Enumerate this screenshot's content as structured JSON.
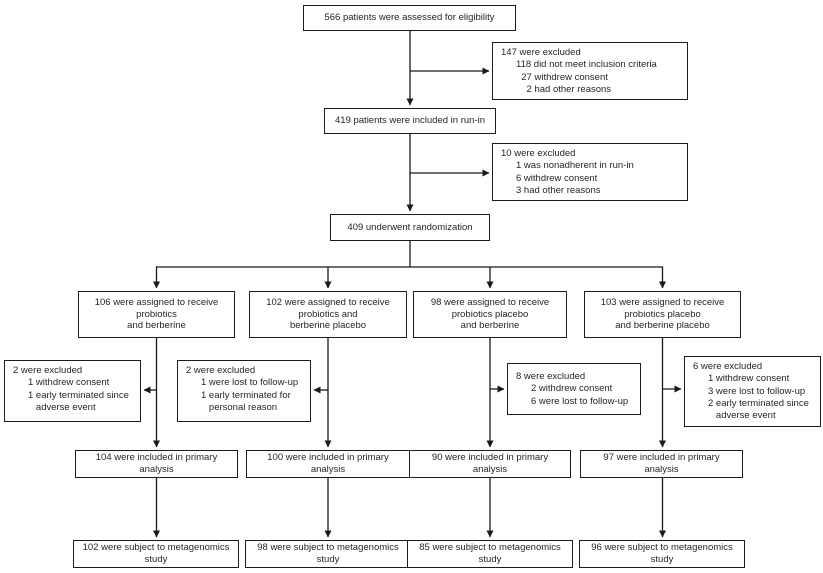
{
  "flow": {
    "eligibility": {
      "label": "566 patients were assessed for eligibility"
    },
    "excluded_screening": {
      "title": "147 were excluded",
      "details": [
        "118 did not meet inclusion criteria",
        "  27 withdrew consent",
        "    2 had other reasons"
      ]
    },
    "run_in": {
      "label": "419 patients were included in run-in"
    },
    "excluded_run_in": {
      "title": "10 were excluded",
      "details": [
        "1 was nonadherent in run-in",
        "6 withdrew consent",
        "3 had other reasons"
      ]
    },
    "randomization": {
      "label": "409 underwent randomization"
    },
    "arms": [
      {
        "assigned": "106 were assigned to receive\nprobiotics\nand berberine",
        "excluded_title": "2 were excluded",
        "excluded_details": [
          "1 withdrew consent",
          "1 early terminated since",
          "   adverse event"
        ],
        "primary": "104 were included in primary\nanalysis",
        "metagenomics": "102 were subject to metagenomics\nstudy"
      },
      {
        "assigned": "102 were assigned to receive\nprobiotics and\nberberine placebo",
        "excluded_title": "2 were excluded",
        "excluded_details": [
          "1 were lost to follow-up",
          "1 early terminated for",
          "   personal reason"
        ],
        "primary": "100 were included in primary\nanalysis",
        "metagenomics": "98 were subject to metagenomics\nstudy"
      },
      {
        "assigned": "98 were assigned to receive\nprobiotics placebo\nand berberine",
        "excluded_title": "8 were excluded",
        "excluded_details": [
          "2 withdrew consent",
          "6 were lost to follow-up"
        ],
        "primary": "90 were included in primary\nanalysis",
        "metagenomics": "85 were subject to metagenomics\nstudy"
      },
      {
        "assigned": "103 were assigned to receive\nprobiotics placebo\nand berberine placebo",
        "excluded_title": "6 were excluded",
        "excluded_details": [
          "1 withdrew consent",
          "3 were lost to follow-up",
          "2 early terminated since",
          "   adverse event"
        ],
        "primary": "97 were included in primary\nanalysis",
        "metagenomics": "96 were subject to metagenomics\nstudy"
      }
    ],
    "line_color": "#1a1a1a"
  }
}
